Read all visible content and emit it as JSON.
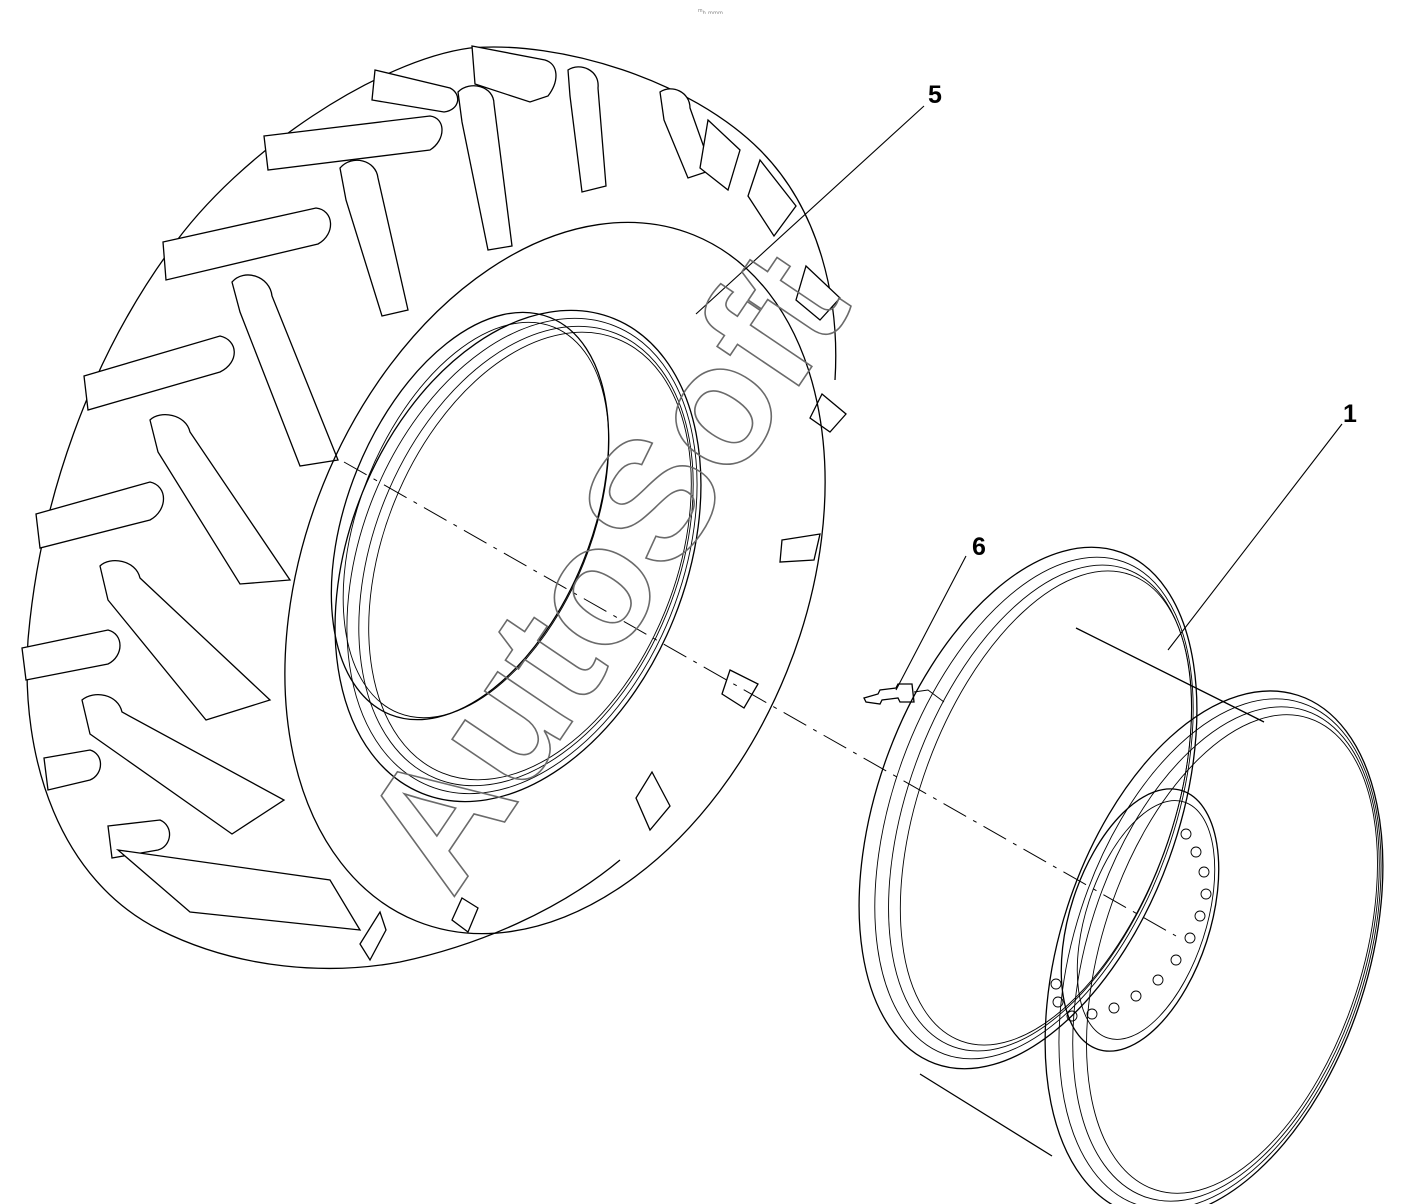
{
  "diagram": {
    "corner_note": "ᵐₕ ₘₘₘ",
    "watermark": "AutoSoft",
    "callouts": [
      {
        "id": "5",
        "label": "5"
      },
      {
        "id": "1",
        "label": "1"
      },
      {
        "id": "6",
        "label": "6"
      }
    ],
    "parts": [
      {
        "id": "tire",
        "icon": "tractor-tire-icon"
      },
      {
        "id": "rim",
        "icon": "wheel-rim-icon"
      },
      {
        "id": "valve",
        "icon": "tire-valve-icon"
      }
    ]
  }
}
